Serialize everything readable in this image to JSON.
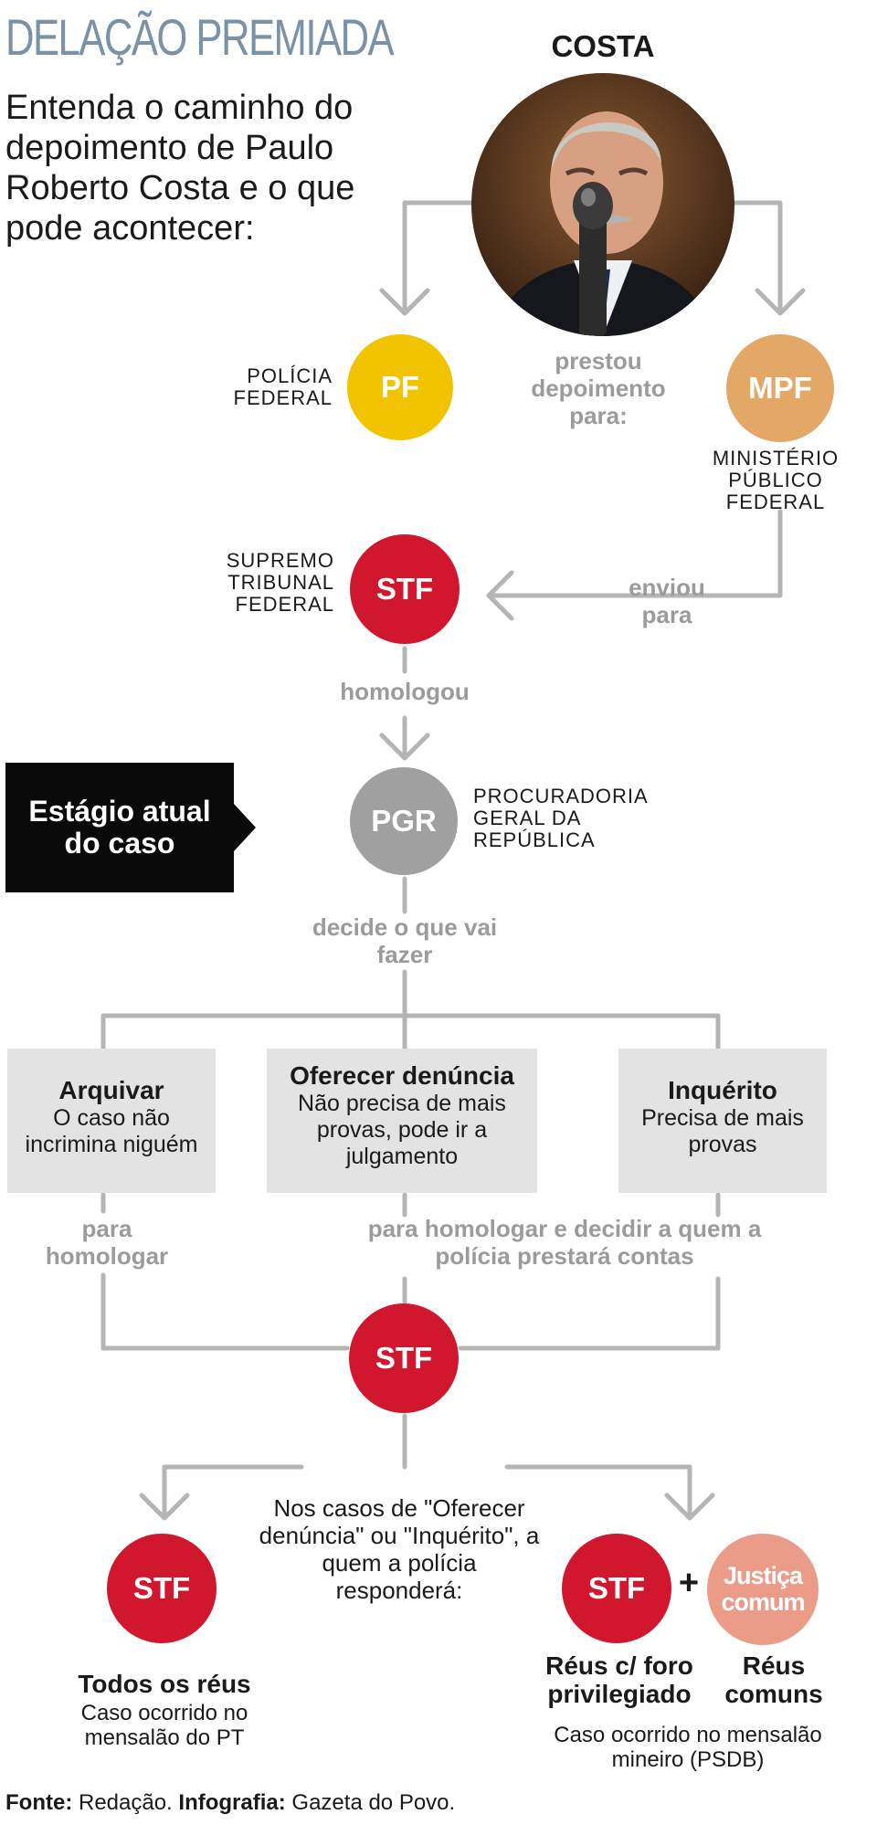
{
  "header": {
    "title": "DELAÇÃO PREMIADA",
    "intro": "Entenda o caminho do depoimento de Paulo Roberto Costa e o que pode acontecer:"
  },
  "subject": {
    "name": "COSTA"
  },
  "nodes": {
    "pf": {
      "abbr": "PF",
      "label": "POLÍCIA FEDERAL",
      "color": "#f2c300"
    },
    "mpf": {
      "abbr": "MPF",
      "label": "MINISTÉRIO PÚBLICO FEDERAL",
      "color": "#e3a866"
    },
    "stf_first": {
      "abbr": "STF",
      "label": "SUPREMO TRIBUNAL FEDERAL",
      "color": "#d1172d"
    },
    "pgr": {
      "abbr": "PGR",
      "label": "PROCURADORIA GERAL DA REPÚBLICA",
      "color": "#a0a0a0"
    },
    "stf_second": {
      "abbr": "STF"
    },
    "stf_all": {
      "abbr": "STF"
    },
    "stf_privileged": {
      "abbr": "STF"
    },
    "justica": {
      "abbr": "Justiça comum",
      "color": "#eb9c88"
    }
  },
  "edge_labels": {
    "prestou": "prestou depoimento para:",
    "enviou": "enviou para",
    "homologou": "homologou",
    "decide": "decide o que vai fazer",
    "para_homologar": "para homologar",
    "para_homologar_decidir": "para homologar e decidir a quem a polícia prestará contas"
  },
  "stage": {
    "label": "Estágio atual do caso"
  },
  "options": [
    {
      "title": "Arquivar",
      "text": "O caso não incrimina niguém"
    },
    {
      "title": "Oferecer denúncia",
      "text": "Não precisa de mais provas, pode ir a julgamento"
    },
    {
      "title": "Inquérito",
      "text": "Precisa de mais provas"
    }
  ],
  "outcomes": {
    "note": "Nos casos de \"Oferecer denúncia\" ou \"Inquérito\", a quem a polícia responderá:",
    "plus": "+",
    "left": {
      "title": "Todos os réus",
      "text": "Caso ocorrido no mensalão do PT"
    },
    "right_a": {
      "title": "Réus c/ foro privilegiado"
    },
    "right_b": {
      "title": "Réus comuns"
    },
    "right_text": "Caso ocorrido no mensalão mineiro (PSDB)"
  },
  "footer": {
    "source_label": "Fonte:",
    "source_value": "Redação.",
    "credit_label": "Infografia:",
    "credit_value": "Gazeta do Povo."
  },
  "colors": {
    "connector": "#b5b5b5",
    "stage_bg": "#0a0a0a",
    "box_bg": "#e3e3e3",
    "title": "#7a91a6"
  }
}
